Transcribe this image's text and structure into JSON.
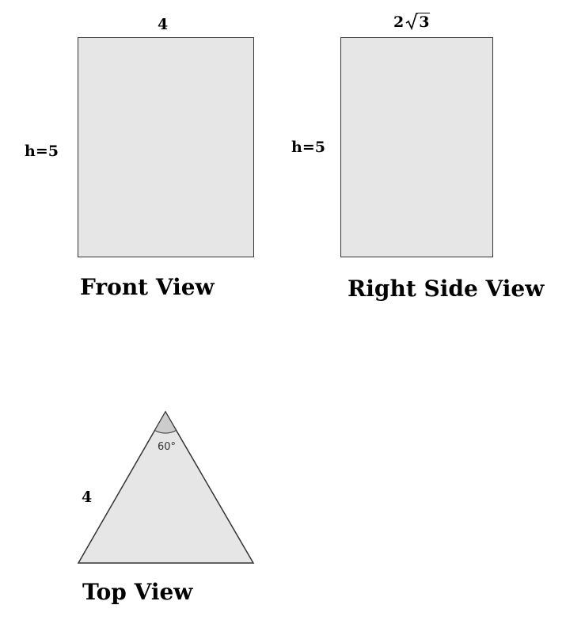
{
  "front_view": {
    "caption": "Front View",
    "width_label": "4",
    "height_label": "h=5"
  },
  "side_view": {
    "caption": "Right Side View",
    "width_label_coef": "2",
    "width_label_radicand": "3",
    "height_label": "h=5"
  },
  "top_view": {
    "caption": "Top View",
    "side_label": "4",
    "angle_label": "60°"
  },
  "colors": {
    "fill": "#e6e6e6",
    "stroke": "#333333",
    "angle_fill": "#cccccc"
  }
}
